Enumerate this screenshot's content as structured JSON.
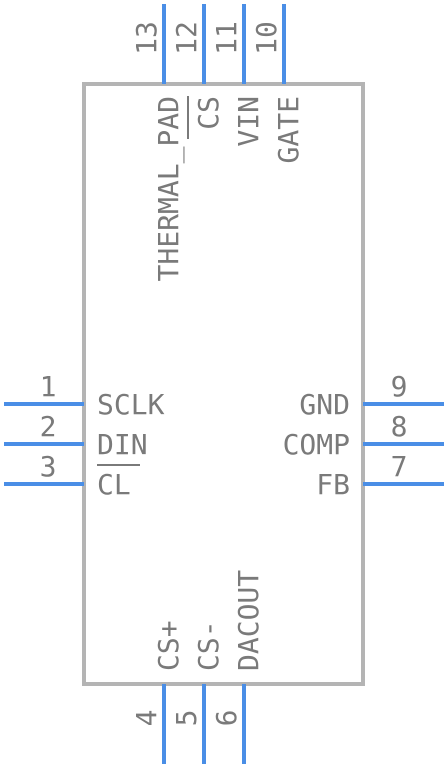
{
  "component": {
    "colors": {
      "pin": "#4a8ee6",
      "outline": "#b4b4b4",
      "text": "#7a7a7a",
      "background": "#ffffff"
    },
    "left_pins": [
      {
        "number": "1",
        "name": "SCLK",
        "overbar": false
      },
      {
        "number": "2",
        "name": "DIN",
        "overbar": false
      },
      {
        "number": "3",
        "name": "CL",
        "overbar": true
      }
    ],
    "right_pins": [
      {
        "number": "9",
        "name": "GND"
      },
      {
        "number": "8",
        "name": "COMP"
      },
      {
        "number": "7",
        "name": "FB"
      }
    ],
    "top_pins": [
      {
        "number": "13",
        "name": "THERMAL_PAD",
        "overbar": false
      },
      {
        "number": "12",
        "name": "CS",
        "overbar": true
      },
      {
        "number": "11",
        "name": "VIN",
        "overbar": false
      },
      {
        "number": "10",
        "name": "GATE",
        "overbar": false
      }
    ],
    "bottom_pins": [
      {
        "number": "4",
        "name": "CS+"
      },
      {
        "number": "5",
        "name": "CS-"
      },
      {
        "number": "6",
        "name": "DACOUT"
      }
    ]
  }
}
